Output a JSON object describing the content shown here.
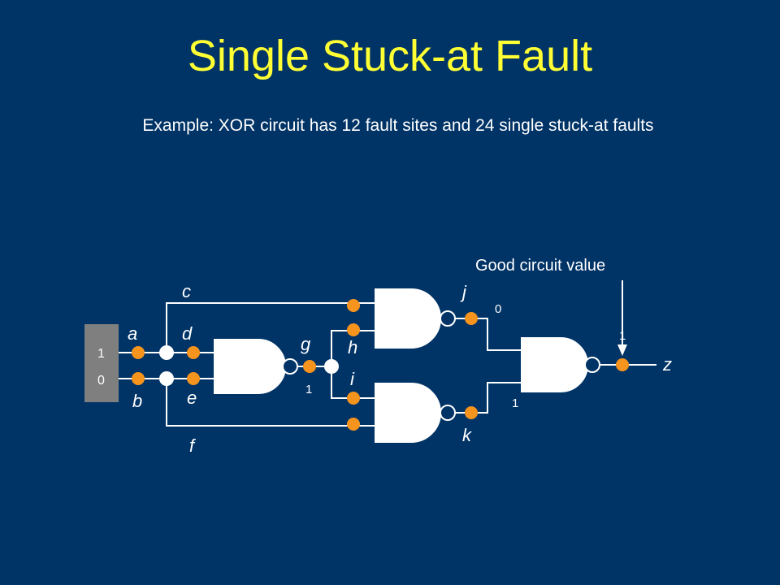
{
  "slide": {
    "title": "Single Stuck-at Fault",
    "subtitle": "Example: XOR circuit has 12 fault sites and 24 single stuck-at faults"
  },
  "annotation": {
    "good_value_label": "Good circuit value"
  },
  "inputs": {
    "a_value": "1",
    "b_value": "0"
  },
  "signals": {
    "a": "a",
    "b": "b",
    "c": "c",
    "d": "d",
    "e": "e",
    "f": "f",
    "g": "g",
    "h": "h",
    "i": "i",
    "j": "j",
    "k": "k",
    "z": "z"
  },
  "values": {
    "g": "1",
    "j": "0",
    "k": "1",
    "z": "1"
  },
  "colors": {
    "background": "#003366",
    "title": "#ffff33",
    "fault_site": "#f7941d",
    "wire": "#ffffff"
  }
}
